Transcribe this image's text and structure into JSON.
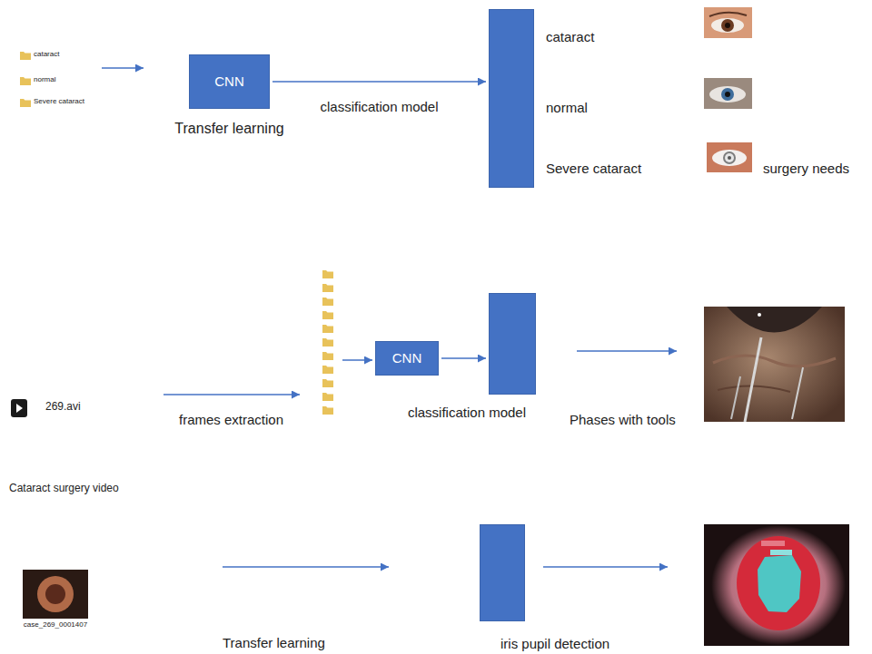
{
  "diagram": {
    "nodes": [
      {
        "text": [
          "CNN",
          "Transfer learning"
        ]
      },
      {
        "text": [
          "cataract",
          "normal",
          "Severe cataract"
        ]
      },
      {
        "text": [
          "CNN"
        ]
      },
      {
        "text": [
          "classification model"
        ]
      },
      {
        "text": [
          "iris pupil detection"
        ]
      }
    ],
    "edges": [
      {
        "from": 0,
        "to": 1,
        "label": "classification model",
        "arrow": "to"
      },
      {
        "from": 2,
        "to": 3,
        "arrow": "to"
      }
    ],
    "labels": [
      "cataract",
      "normal",
      "Severe cataract",
      "surgery needs",
      "269.avi",
      "frames extraction",
      "Phases with tools",
      "Cataract surgery video",
      "case_269_0001407",
      "Transfer learning"
    ]
  }
}
